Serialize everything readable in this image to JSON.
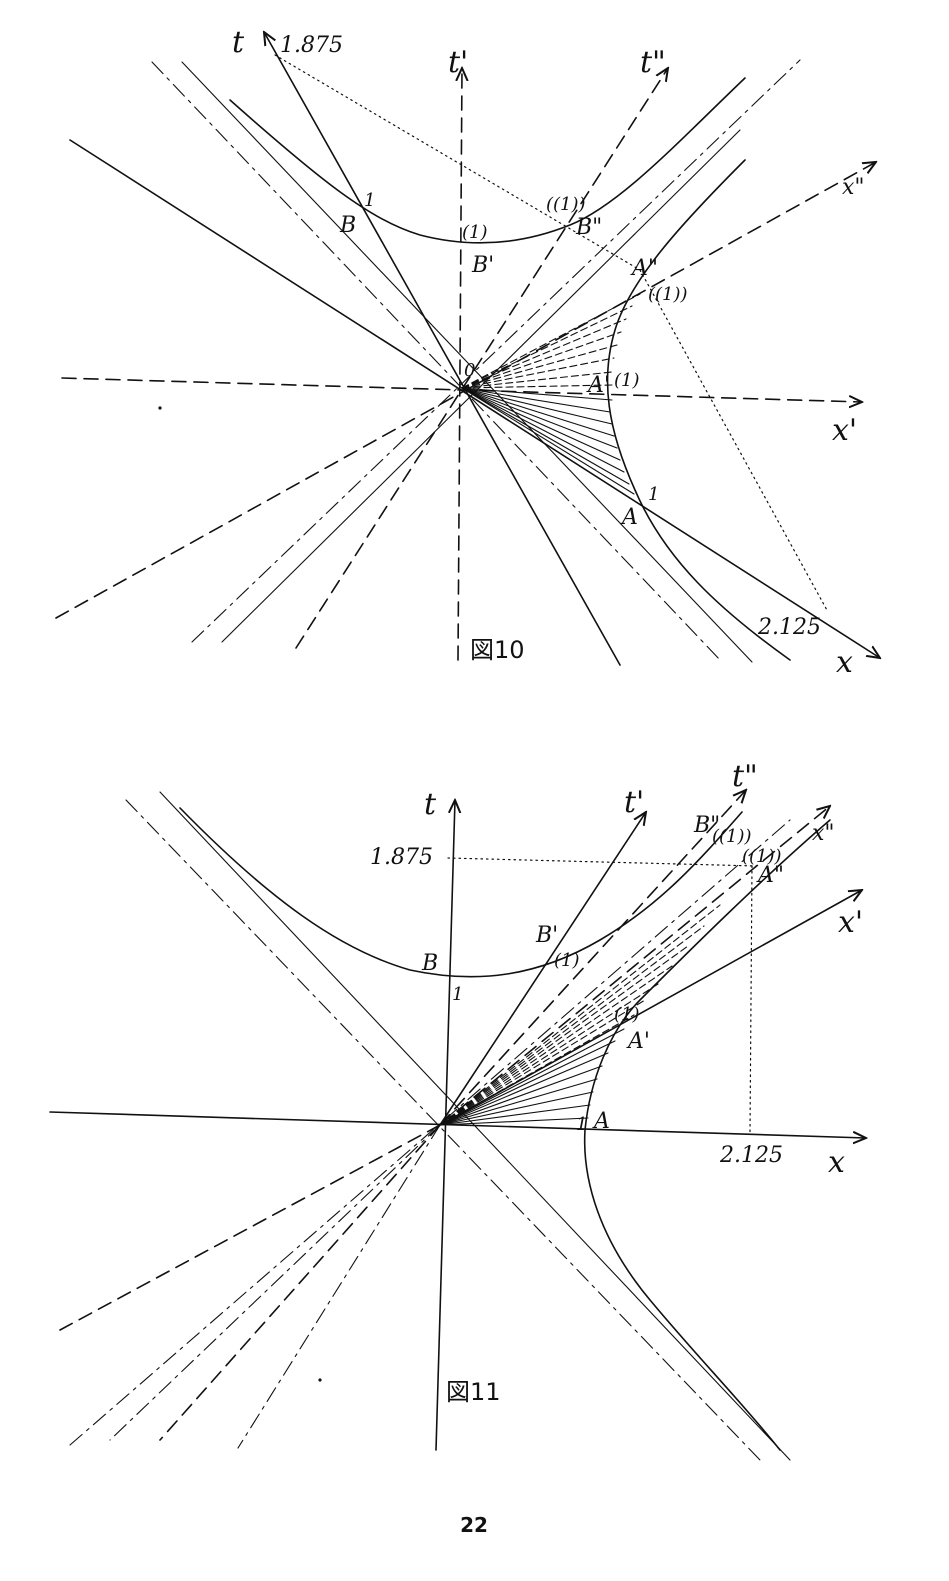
{
  "fig10": {
    "caption": "図10",
    "labels": {
      "t": "t",
      "t1": "t'",
      "t2": "t\"",
      "x": "x",
      "x1": "x'",
      "x2": "x\"",
      "val_1875": "1.875",
      "val_2125": "2.125",
      "B": "B",
      "B1": "B'",
      "B2": "B\"",
      "A": "A",
      "A1": "A'",
      "A2": "A\"",
      "O": "0",
      "unit": "1",
      "unit1": "(1)",
      "unit2": "((1))"
    }
  },
  "fig11": {
    "caption": "図11",
    "labels": {
      "t": "t",
      "t1": "t'",
      "t2": "t\"",
      "x": "x",
      "x1": "x'",
      "x2": "x\"",
      "val_1875": "1.875",
      "val_2125": "2.125",
      "B": "B",
      "B1": "B'",
      "B2": "B\"",
      "A": "A",
      "A1": "A'",
      "A2": "A\"",
      "unit": "1",
      "unit1": "(1)",
      "unit2": "((1))"
    }
  },
  "page_number": "22"
}
